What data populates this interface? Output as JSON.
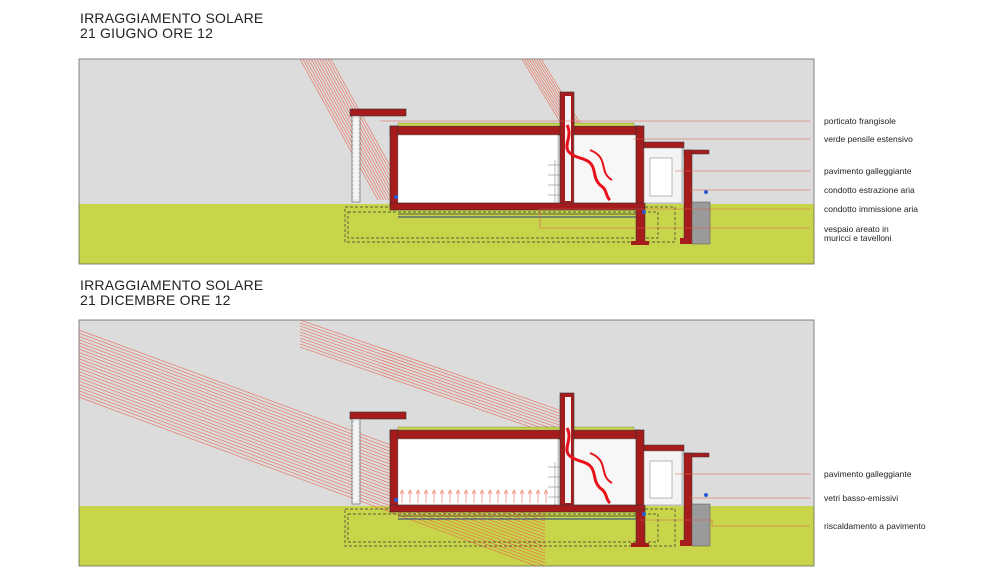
{
  "panels": [
    {
      "title_line1": "IRRAGGIAMENTO SOLARE",
      "title_line2": "21 GIUGNO ORE 12",
      "labels": [
        {
          "text": "porticato frangisole"
        },
        {
          "text": "verde pensile estensivo"
        },
        {
          "text": "pavimento galleggiante"
        },
        {
          "text": "condotto estrazione aria"
        },
        {
          "text": "condotto immissione aria"
        },
        {
          "text": "vespaio areato in"
        },
        {
          "text": "muricci e tavelloni"
        }
      ]
    },
    {
      "title_line1": "IRRAGGIAMENTO SOLARE",
      "title_line2": "21 DICEMBRE ORE 12",
      "labels": [
        {
          "text": "pavimento galleggiante"
        },
        {
          "text": "vetri basso-emissivi"
        },
        {
          "text": "riscaldamento a pavimento"
        }
      ]
    }
  ],
  "colors": {
    "sky": "#dcdcdc",
    "ground": "#c8d44a",
    "structure": "#a61c1c",
    "sun_rays": "#e8674f",
    "duct_air": "#e8111b",
    "leader_lines": "#e05a4a"
  }
}
